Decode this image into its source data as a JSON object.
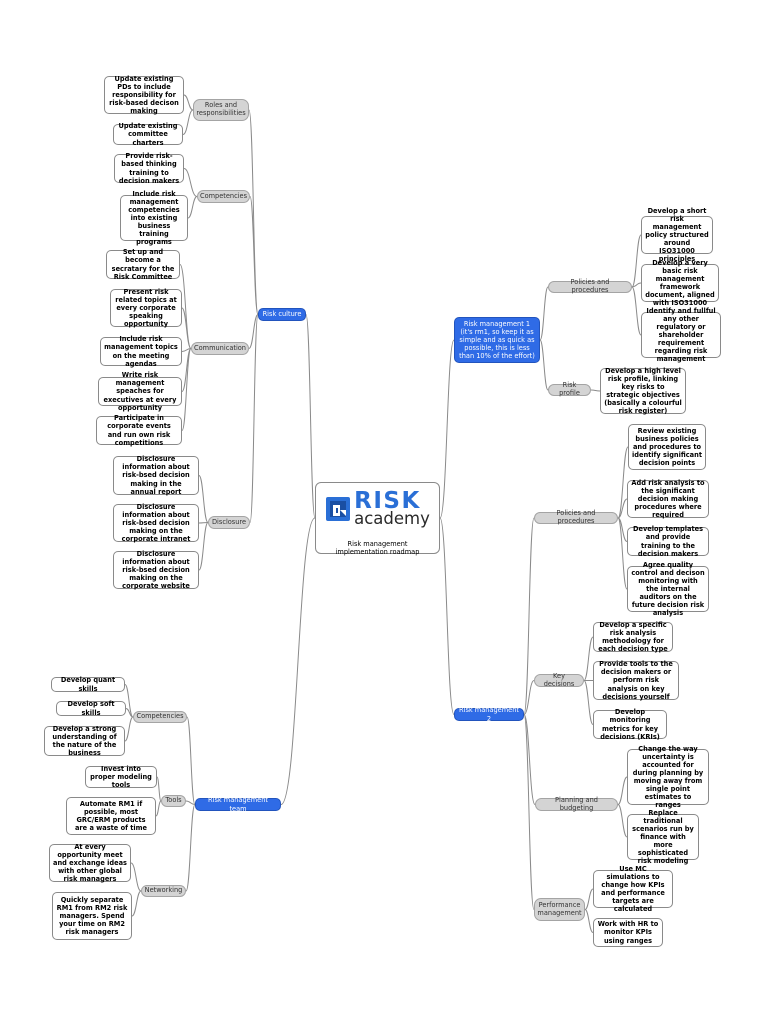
{
  "center": {
    "logo_line1": "RISK",
    "logo_line2": "academy",
    "label": "Risk management implementation roadmap",
    "brand_color": "#2a6fd6"
  },
  "colors": {
    "main": "#2f6be6",
    "sub": "#d4d4d4",
    "leaf_border": "#8a8a8a",
    "link": "#8a8a8a"
  },
  "main": {
    "risk_culture": "Risk culture",
    "rm1": "Risk management 1 (it's rm1, so keep it as simple and as quick as possible, this is less than 10% of the effort)",
    "rm2": "Risk management 2",
    "rm_team": "Risk management team"
  },
  "culture": {
    "roles": {
      "label": "Roles and responsibilities",
      "items": [
        "Update existing PDs to include responsibility for risk-based decison making",
        "Update existing committee charters"
      ]
    },
    "competencies": {
      "label": "Competencies",
      "items": [
        "Provide risk-based thinking training to decision makers",
        "Include risk management competencies into existing business training programs"
      ]
    },
    "communication": {
      "label": "Communication",
      "items": [
        "Set up and become a secratary for the Risk Committee",
        "Present risk related topics at every corporate speaking opportunity",
        "Include risk management topics on the meeting agendas",
        "Write risk management speaches for executives at every opportunity",
        "Participate in corporate events and run own risk competitions"
      ]
    },
    "disclosure": {
      "label": "Disclosure",
      "items": [
        "Disclosure information about risk-bsed decision making in the annual report",
        "Disclosure information about risk-bsed decision making on the corporate intranet",
        "Disclosure information about risk-bsed decision making on the corporate website"
      ]
    }
  },
  "rm1": {
    "policies": {
      "label": "Policies and procedures",
      "items": [
        "Develop a short risk management policy structured around ISO31000 principles",
        "Develop a very basic risk management framework document, aligned with ISO31000",
        "Identify and fullful any other regulatory or shareholder requirement regarding risk management"
      ]
    },
    "profile": {
      "label": "Risk profile",
      "items": [
        "Develop a high level risk profile, linking key risks to strategic objectives (basically a colourful risk register)"
      ]
    }
  },
  "rm2": {
    "policies": {
      "label": "Policies and procedures",
      "items": [
        "Review existing business policies and procedures to identify significant decision points",
        "Add risk analysis to the significant decision making procedures where required",
        "Develop templates and provide training to the decision makers",
        "Agree quality control and decison monitoring with the internal auditors on the future decision risk analysis"
      ]
    },
    "decisions": {
      "label": "Key decisions",
      "items": [
        "Develop a specific risk analysis methodology for each decision type",
        "Provide tools to the decision makers or perform risk analysis on key decisions yourself",
        "Develop monitoring metrics for key decisions (KRIs)"
      ]
    },
    "planning": {
      "label": "Planning and budgeting",
      "items": [
        "Change the way uncertainty is accounted for during planning by moving away from single point estimates to ranges",
        "Replace traditional scenarios run by finance with more sophisticated risk modeling"
      ]
    },
    "performance": {
      "label": "Performance management",
      "items": [
        "Use MC simulations to change how KPIs and performance targets are calculated",
        "Work with HR to monitor KPIs using ranges"
      ]
    }
  },
  "team": {
    "competencies": {
      "label": "Competencies",
      "items": [
        "Develop quant skills",
        "Develop soft skills",
        "Develop a strong understanding of the nature of the business"
      ]
    },
    "tools": {
      "label": "Tools",
      "items": [
        "Invest into proper modeling tools",
        "Automate RM1 if possible, most GRC/ERM products are a waste of time"
      ]
    },
    "networking": {
      "label": "Networking",
      "items": [
        "At every opportunity meet and exchange ideas with other global risk managers",
        "Quickly separate RM1 from RM2 risk managers. Spend your time on RM2 risk managers"
      ]
    }
  }
}
